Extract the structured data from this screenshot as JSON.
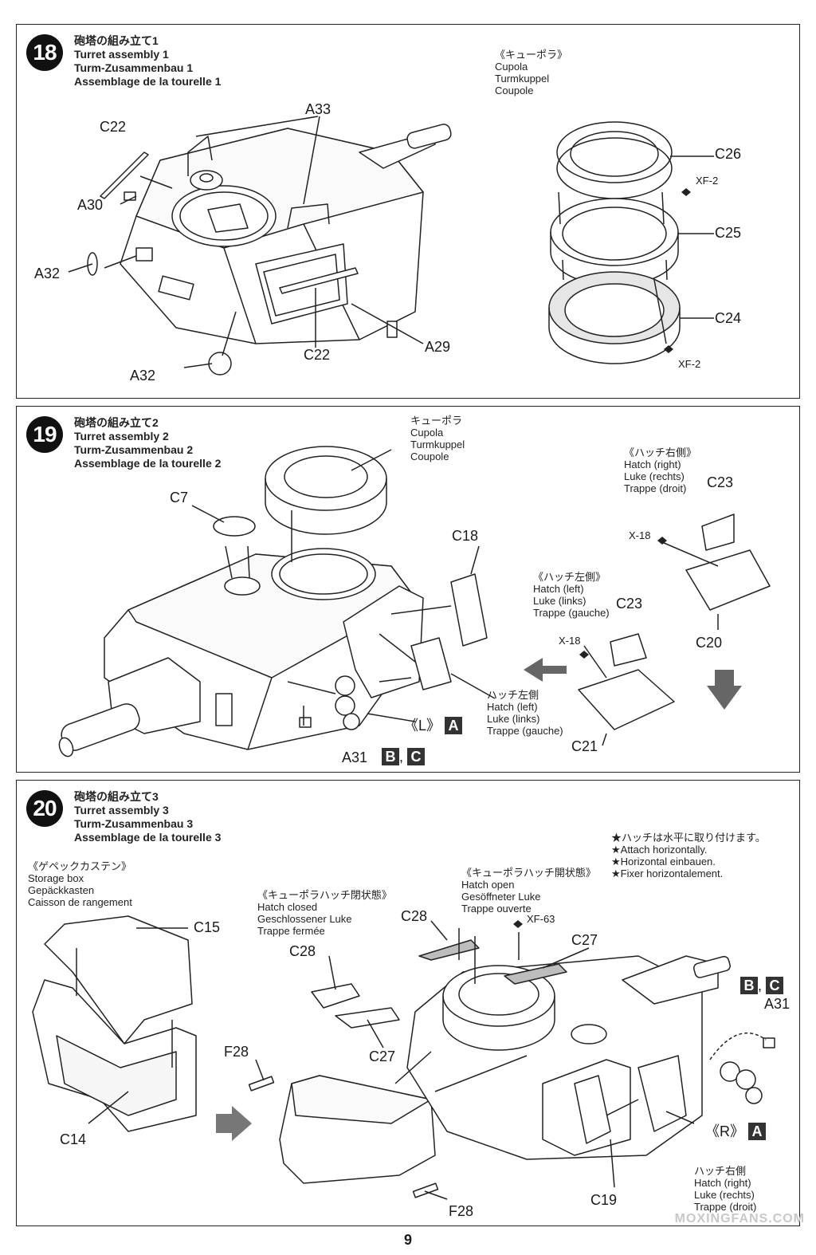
{
  "page_number": "9",
  "watermark": "MOXINGFANS.COM",
  "step18": {
    "number": "18",
    "title_jp": "砲塔の組み立て1",
    "title_en": "Turret assembly 1",
    "title_de": "Turm-Zusammenbau 1",
    "title_fr": "Assemblage de la tourelle 1",
    "cupola_note": [
      "《キューポラ》",
      "Cupola",
      "Turmkuppel",
      "Coupole"
    ],
    "labels": {
      "a33": "A33",
      "c22_top": "C22",
      "a30": "A30",
      "a32_left": "A32",
      "a32_bottom": "A32",
      "c22_bottom": "C22",
      "a29": "A29",
      "c26": "C26",
      "c25": "C25",
      "c24": "C24",
      "xf2_top": "XF-2",
      "xf2_bottom": "XF-2"
    }
  },
  "step19": {
    "number": "19",
    "title_jp": "砲塔の組み立て2",
    "title_en": "Turret assembly 2",
    "title_de": "Turm-Zusammenbau 2",
    "title_fr": "Assemblage de la tourelle 2",
    "cupola_note": [
      "キューポラ",
      "Cupola",
      "Turmkuppel",
      "Coupole"
    ],
    "hatch_right_note": [
      "《ハッチ右側》",
      "Hatch (right)",
      "Luke (rechts)",
      "Trappe (droit)"
    ],
    "hatch_left_note": [
      "《ハッチ左側》",
      "Hatch (left)",
      "Luke (links)",
      "Trappe (gauche)"
    ],
    "hatch_left_note2": [
      "ハッチ左側",
      "Hatch (left)",
      "Luke (links)",
      "Trappe (gauche)"
    ],
    "labels": {
      "c7": "C7",
      "c18": "C18",
      "c23_a": "C23",
      "c23_b": "C23",
      "x18_a": "X-18",
      "x18_b": "X-18",
      "c20": "C20",
      "c21": "C21",
      "a31": "A31",
      "l_mark": "《L》",
      "box_a": "A",
      "box_b": "B",
      "box_c": "C",
      "comma": ","
    }
  },
  "step20": {
    "number": "20",
    "title_jp": "砲塔の組み立て3",
    "title_en": "Turret assembly 3",
    "title_de": "Turm-Zusammenbau 3",
    "title_fr": "Assemblage de la tourelle 3",
    "storage_note": [
      "《ゲペックカステン》",
      "Storage box",
      "Gepäckkasten",
      "Caisson de rangement"
    ],
    "hatch_closed_note": [
      "《キューポラハッチ閉状態》",
      "Hatch closed",
      "Geschlossener Luke",
      "Trappe fermée"
    ],
    "hatch_open_note": [
      "《キューポラハッチ開状態》",
      "Hatch open",
      "Gesöffneter Luke",
      "Trappe ouverte"
    ],
    "star_note": [
      "★ハッチは水平に取り付けます。",
      "★Attach horizontally.",
      "★Horizontal einbauen.",
      "★Fixer horizontalement."
    ],
    "hatch_right_note": [
      "ハッチ右側",
      "Hatch (right)",
      "Luke (rechts)",
      "Trappe (droit)"
    ],
    "labels": {
      "c15": "C15",
      "c14": "C14",
      "c28_a": "C28",
      "c27_a": "C27",
      "c28_b": "C28",
      "c27_b": "C27",
      "xf63": "XF-63",
      "f28_a": "F28",
      "f28_b": "F28",
      "c19": "C19",
      "a31": "A31",
      "r_mark": "《R》",
      "box_a": "A",
      "box_b": "B",
      "box_c": "C",
      "comma": ","
    }
  }
}
